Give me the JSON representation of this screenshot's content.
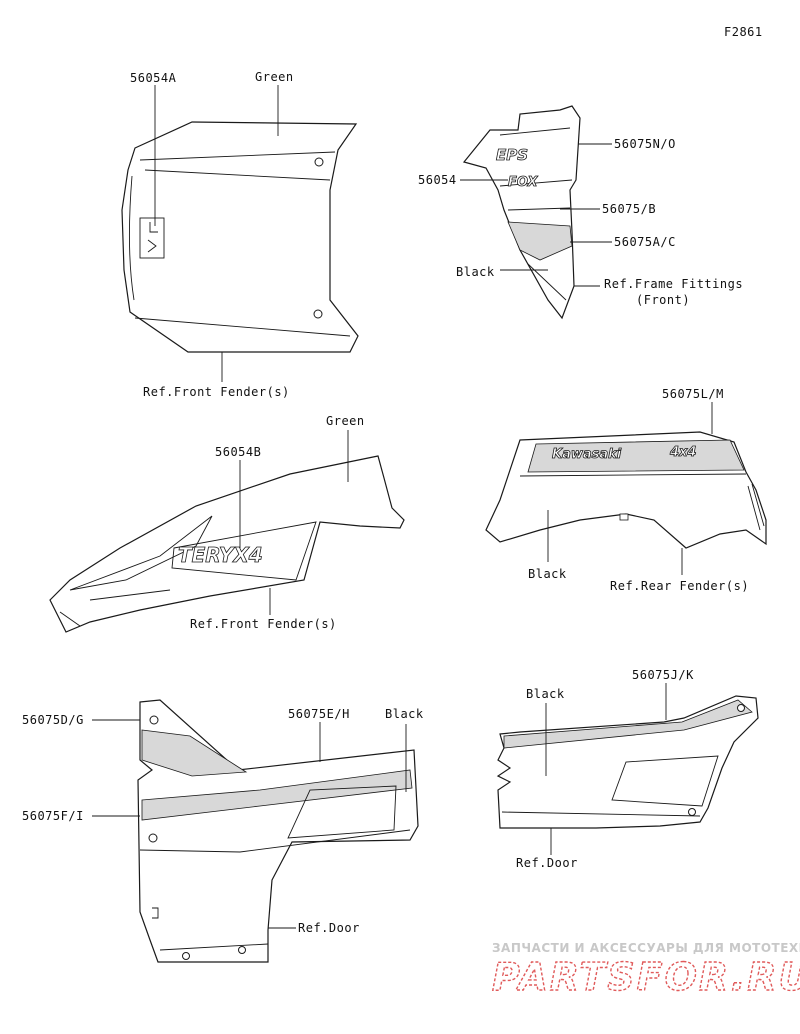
{
  "figure_id": "F2861",
  "labels": {
    "hood_decal": "56054A",
    "hood_color": "Green",
    "hood_ref": "Ref.Front Fender(s)",
    "panel_top": "56075N/O",
    "panel_logo": "56054",
    "panel_mid": "56075/B",
    "panel_low": "56075A/C",
    "panel_color": "Black",
    "panel_ref_line1": "Ref.Frame Fittings",
    "panel_ref_line2": "(Front)",
    "fender_color": "Green",
    "fender_decal": "56054B",
    "fender_ref": "Ref.Front Fender(s)",
    "rear_decal": "56075L/M",
    "rear_color": "Black",
    "rear_ref": "Ref.Rear Fender(s)",
    "doorL_top": "56075D/G",
    "doorL_mid": "56075E/H",
    "doorL_color": "Black",
    "doorL_low": "56075F/I",
    "doorL_ref": "Ref.Door",
    "doorR_decal": "56075J/K",
    "doorR_color": "Black",
    "doorR_ref": "Ref.Door"
  },
  "decal_text": {
    "panel_eps": "EPS",
    "panel_fox": "FOX",
    "rear_brand": "Kawasaki",
    "rear_4x4": "4x4",
    "fender_logo": "TERYX4"
  },
  "watermark": {
    "line1": "ЗАПЧАСТИ И АКСЕССУАРЫ ДЛЯ МОТОТЕХНИКИ",
    "line2": "PARTSFOR.RU"
  }
}
